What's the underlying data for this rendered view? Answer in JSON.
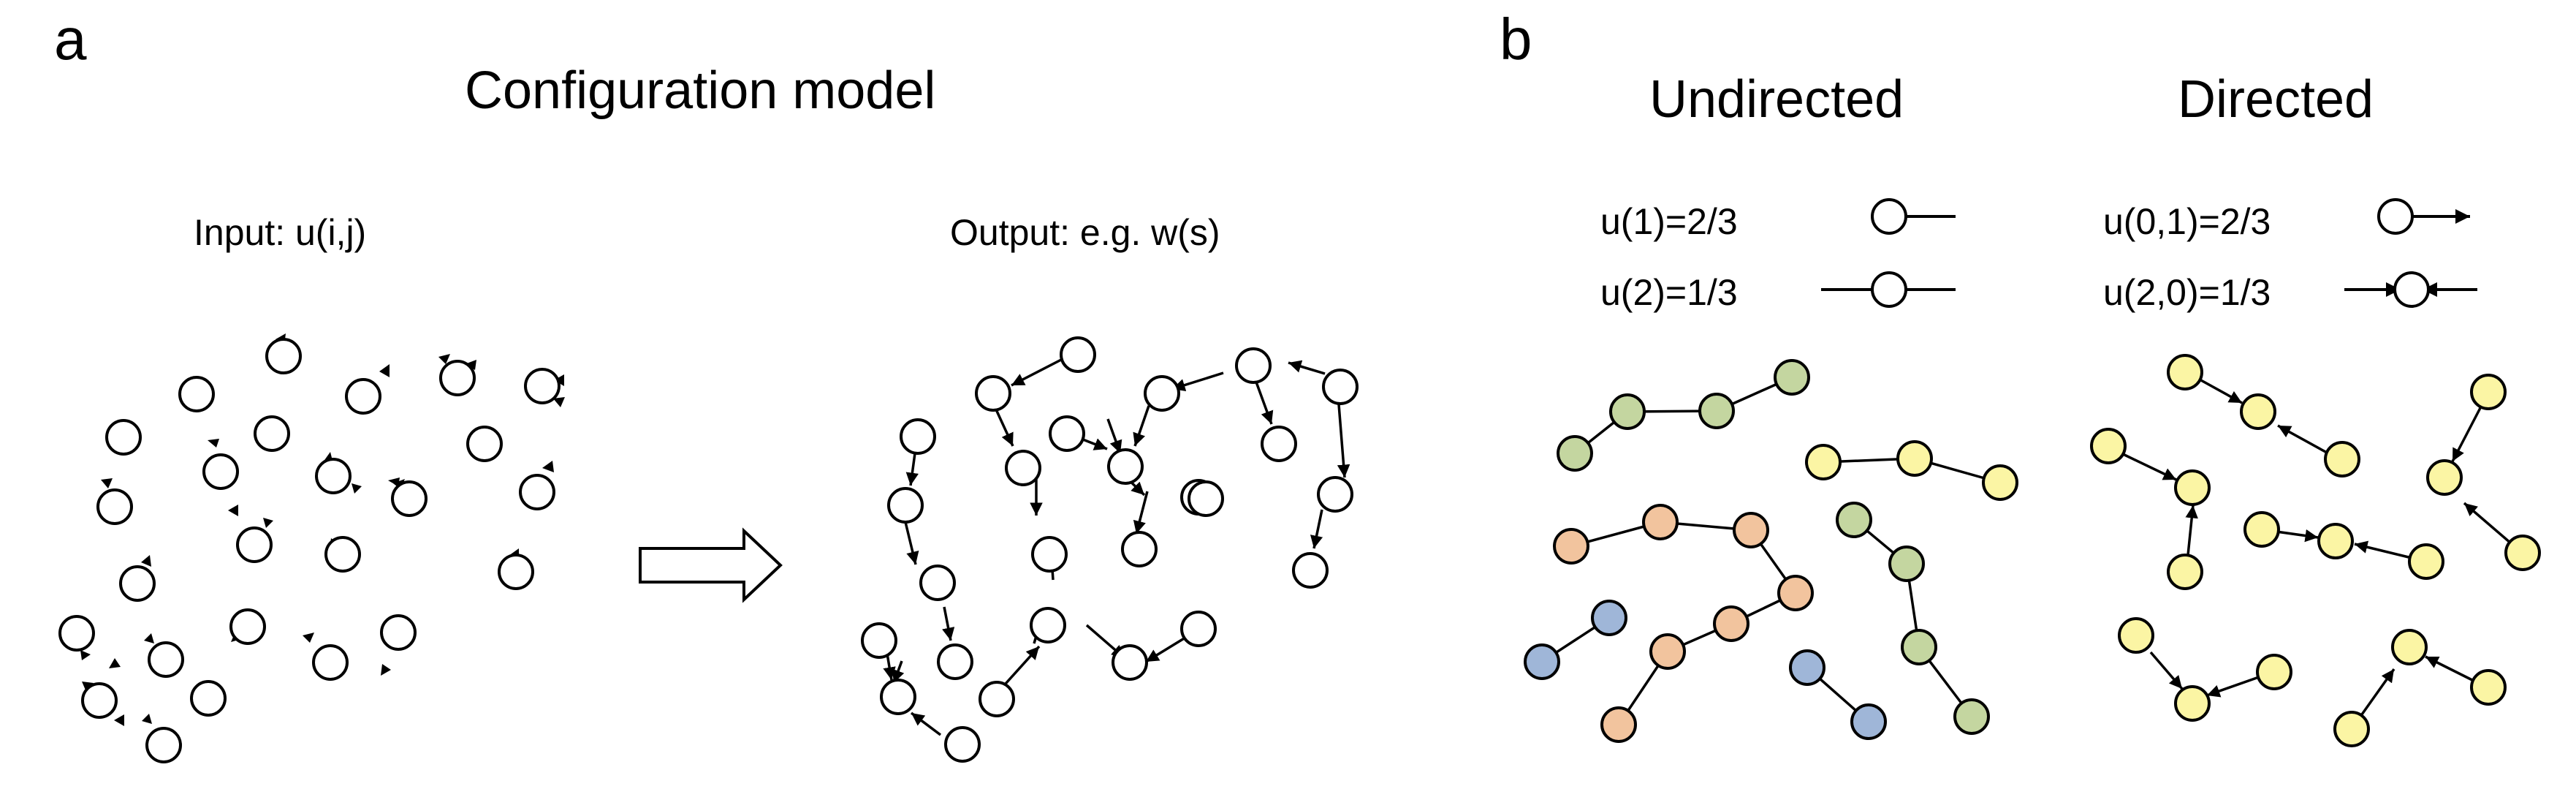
{
  "panel_a": {
    "label": "a",
    "title": "Configuration model",
    "input_label": "Input: u(i,j)",
    "output_label": "Output: e.g. w(s)"
  },
  "panel_b": {
    "label": "b",
    "undirected_title": "Undirected",
    "directed_title": "Directed",
    "legend": {
      "u1": "u(1)=2/3",
      "u2": "u(2)=1/3",
      "u01": "u(0,1)=2/3",
      "u20": "u(2,0)=1/3"
    }
  },
  "colors": {
    "node_white": "#ffffff",
    "green": "#c4d6a0",
    "yellow": "#fbf5a4",
    "orange": "#f2c49e",
    "blue": "#9fb6d8",
    "stroke": "#000000"
  }
}
